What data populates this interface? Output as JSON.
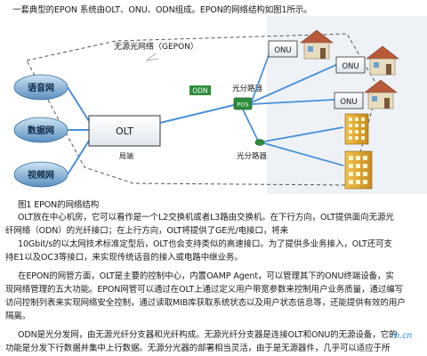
{
  "intro": "一套典型的EPON 系统由OLT、ONU、ODN组成。EPON的网络结构如图1所示。",
  "diagram": {
    "gepon_label": "无源光网络（GEPON）",
    "services": [
      "语音网",
      "数据网",
      "视频网"
    ],
    "olt": "OLT",
    "office": "局端",
    "odn": "ODN",
    "pos": "POS",
    "splitter1": "光分路器",
    "splitter2": "光分路器",
    "onu": "ONU"
  },
  "figure_caption": "图1 EPON的网络结构",
  "para1": [
    "OLT放在中心机房，它可以看作是一个L2交换机或者L3路由交换机。在下行方向，OLT提供面向无源光",
    "纤网络（ODN）的光纤接口；在上行方向，OLT将提供了GE光/电接口，将来",
    "10Gbit/s的以太网技术标准定型后，OLT也会支持类似的高速接口。为了提供多业务接入，OLT还可支",
    "持E1以及OC3等接口，来实现传统话音的接入或电路中继业务。"
  ],
  "para2": [
    "在EPON的网管方面，OLT是主要的控制中心，内置OAMP Agent，可以管理其下的ONU终端设备，实",
    "现网络管理的五大功能。EPON网管可以通过在OLT上通过定义用户带宽参数来控制用户业务质量，通过编写",
    "访问控制列表来实现网络安全控制，通过读取MIB库获取系统状态以及用户状态信息等，还能提供有效的用户",
    "隔离。"
  ],
  "para3": [
    "ODN是光分发网，由无源光纤分支器和光纤构成。无源光纤分支器是连接OLT和ONU的无源设备，它的",
    "功能是分发下行数据并集中上行数据。无源分光器的部署相当灵活，由于是无源器件，几乎可以适应于所"
  ],
  "watermark": "m.cn"
}
